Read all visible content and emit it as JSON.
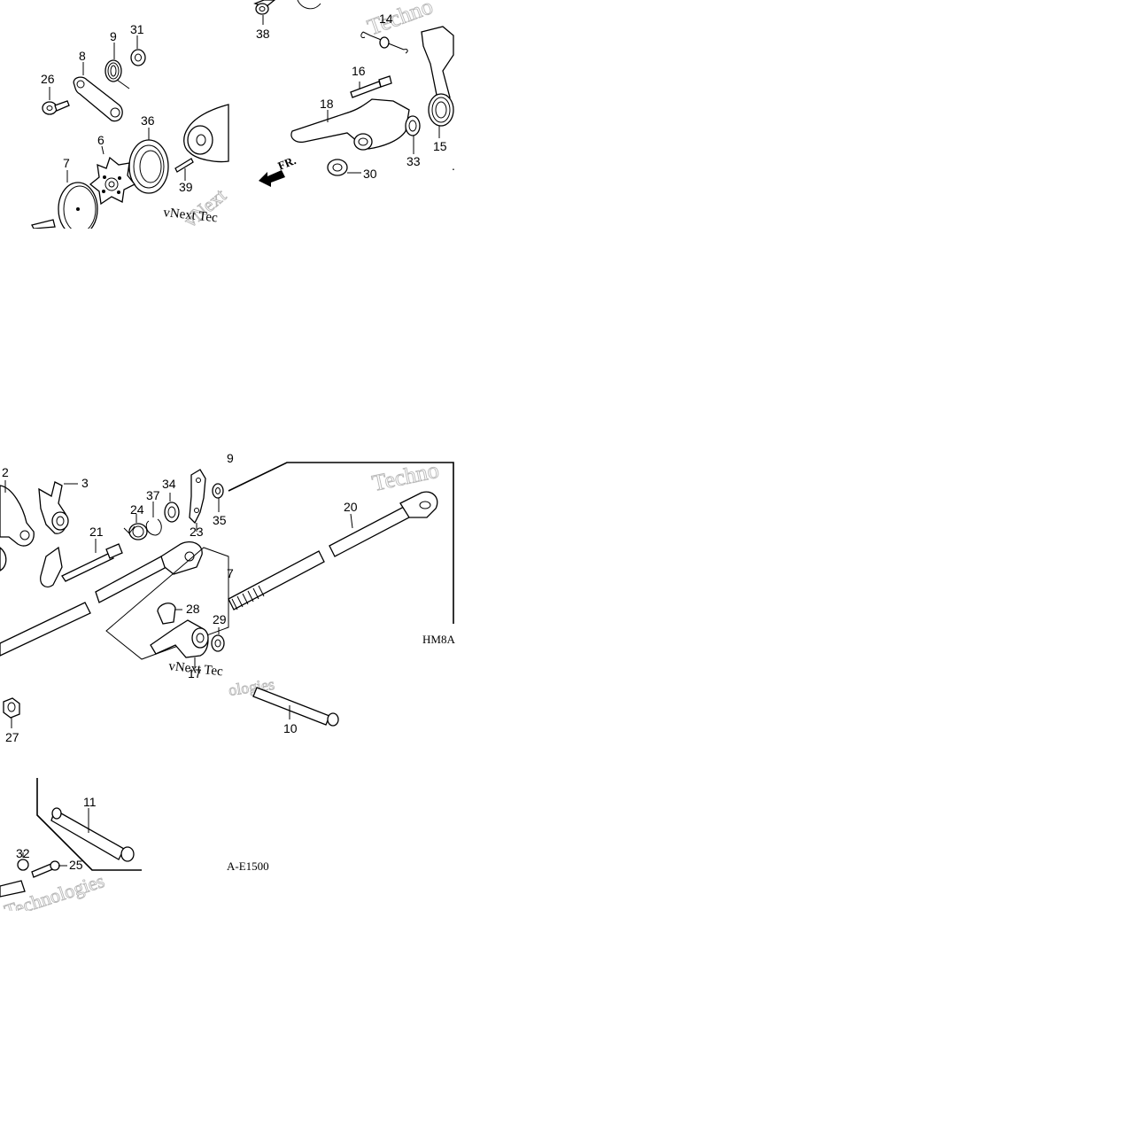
{
  "tiles": {
    "top_left": {
      "callouts": {
        "n26": "26",
        "n8": "8",
        "n9": "9",
        "n31": "31",
        "n36": "36",
        "n6": "6",
        "n7": "7",
        "n39": "39"
      },
      "watermarks": {
        "w1": "vNext",
        "w2": "vNext Tec"
      }
    },
    "top_right": {
      "callouts": {
        "n38": "38",
        "n14": "14",
        "n16": "16",
        "n18": "18",
        "n15": "15",
        "n33": "33",
        "n30": "30"
      },
      "arrow_label": "FR.",
      "watermarks": {
        "w1": "Techno"
      }
    },
    "bottom_left": {
      "callouts": {
        "n2": "2",
        "n3": "3",
        "n21": "21",
        "n37": "37",
        "n34": "34",
        "n24": "24",
        "n23": "23",
        "n35": "35",
        "n28": "28",
        "n29": "29",
        "n17": "17",
        "n27": "27",
        "n32": "32",
        "n25": "25",
        "n11": "11"
      },
      "watermarks": {
        "w1": "vNext Tec",
        "w2": "Technologies"
      }
    },
    "bottom_right": {
      "callouts": {
        "n9": "9",
        "n20": "20",
        "n7": "7",
        "n10": "10"
      },
      "code": "HM8A",
      "code_suffix": "A-E1500",
      "watermarks": {
        "w1": "Techno",
        "w2": "ologies"
      }
    }
  }
}
